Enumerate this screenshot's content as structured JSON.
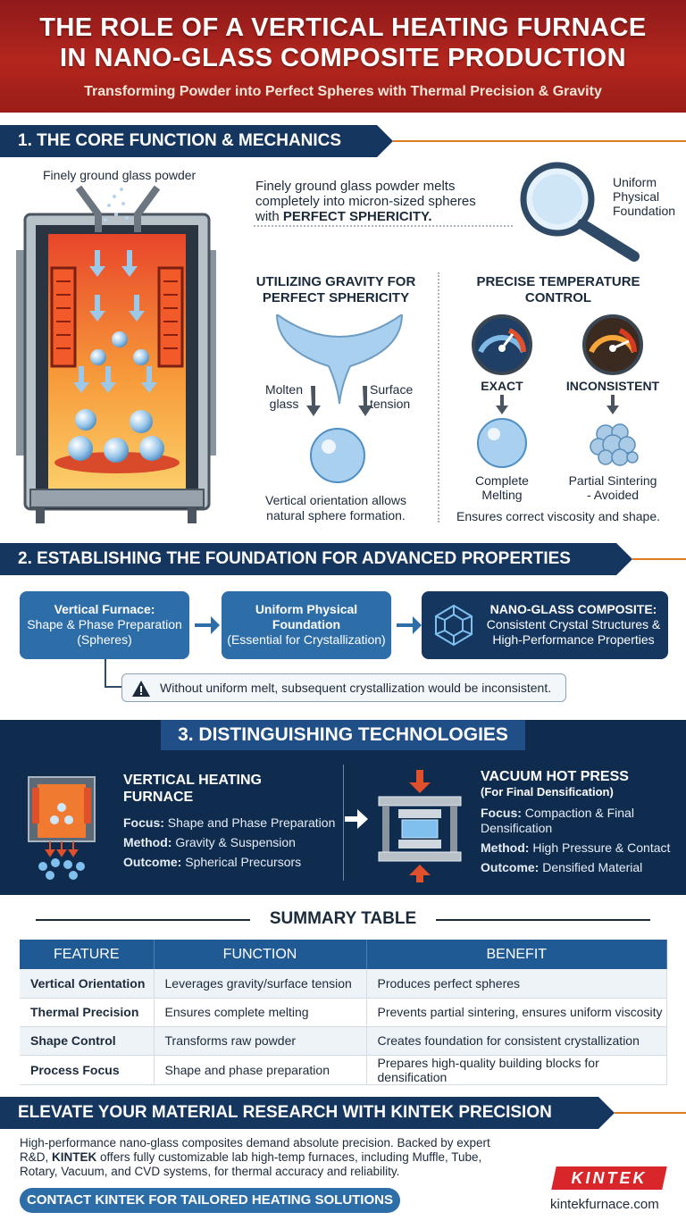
{
  "header": {
    "title_line1": "THE ROLE OF A VERTICAL HEATING FURNACE",
    "title_line2": "IN NANO-GLASS COMPOSITE PRODUCTION",
    "subtitle": "Transforming Powder into Perfect Spheres with Thermal Precision & Gravity"
  },
  "section1": {
    "title": "1. THE CORE FUNCTION & MECHANICS",
    "powder_label": "Finely ground glass powder",
    "intro_line1": "Finely ground glass powder melts",
    "intro_line2": "completely into micron-sized spheres",
    "intro_line3_prefix": "with",
    "intro_line3_bold": "PERFECT SPHERICITY.",
    "foundation_label_line1": "Uniform",
    "foundation_label_line2": "Physical",
    "foundation_label_line3": "Foundation",
    "gravity_title_line1": "UTILIZING GRAVITY FOR",
    "gravity_title_line2": "PERFECT SPHERICITY",
    "molten_line1": "Molten",
    "molten_line2": "glass",
    "surface_line1": "Surface",
    "surface_line2": "tension",
    "gravity_caption_line1": "Vertical orientation allows",
    "gravity_caption_line2": "natural sphere formation.",
    "temp_title_line1": "PRECISE TEMPERATURE",
    "temp_title_line2": "CONTROL",
    "exact_label": "EXACT",
    "inconsistent_label": "INCONSISTENT",
    "complete_line1": "Complete",
    "complete_line2": "Melting",
    "partial_line1": "Partial Sintering",
    "partial_line2": "- Avoided",
    "temp_caption": "Ensures correct viscosity and shape."
  },
  "section2": {
    "title": "2. ESTABLISHING THE FOUNDATION FOR ADVANCED PROPERTIES",
    "box1_title": "Vertical Furnace:",
    "box1_line2": "Shape & Phase Preparation",
    "box1_line3": "(Spheres)",
    "box2_title_line1": "Uniform Physical",
    "box2_title_line2": "Foundation",
    "box2_line3": "(Essential for Crystallization)",
    "box3_title": "NANO-GLASS COMPOSITE:",
    "box3_line2": "Consistent Crystal Structures &",
    "box3_line3": "High-Performance Properties",
    "warning": "Without uniform melt, subsequent crystallization would be inconsistent."
  },
  "section3": {
    "title": "3. DISTINGUISHING TECHNOLOGIES",
    "left_title_line1": "VERTICAL HEATING",
    "left_title_line2": "FURNACE",
    "focus_label": "Focus:",
    "method_label": "Method:",
    "outcome_label": "Outcome:",
    "left_focus": "Shape and Phase Preparation",
    "left_method": "Gravity & Suspension",
    "left_outcome": "Spherical Precursors",
    "right_title": "VACUUM HOT PRESS",
    "right_subtitle": "(For Final Densification)",
    "right_focus_line1": "Compaction & Final",
    "right_focus_line2": "Densification",
    "right_method": "High Pressure & Contact",
    "right_outcome": "Densified Material"
  },
  "summary": {
    "title": "SUMMARY TABLE",
    "headers": [
      "FEATURE",
      "FUNCTION",
      "BENEFIT"
    ],
    "rows": [
      [
        "Vertical Orientation",
        "Leverages gravity/surface tension",
        "Produces perfect spheres"
      ],
      [
        "Thermal Precision",
        "Ensures complete melting",
        "Prevents partial sintering, ensures uniform viscosity"
      ],
      [
        "Shape Control",
        "Transforms raw powder",
        "Creates foundation for consistent crystallization"
      ],
      [
        "Process Focus",
        "Shape and phase preparation",
        "Prepares high-quality building blocks for densification"
      ]
    ]
  },
  "footer": {
    "title": "ELEVATE YOUR MATERIAL RESEARCH WITH KINTEK PRECISION",
    "body_line1": "High-performance nano-glass composites demand absolute precision. Backed by expert",
    "body_line2_a": "R&D,",
    "body_line2_bold": "KINTEK",
    "body_line2_b": "offers fully customizable lab high-temp furnaces, including Muffle, Tube,",
    "body_line3": "Rotary, Vacuum, and CVD systems, for thermal accuracy and reliability.",
    "cta": "CONTACT KINTEK FOR TAILORED HEATING SOLUTIONS",
    "logo": "KINTEK",
    "url": "kintekfurnace.com"
  },
  "colors": {
    "brand_navy": "#14365f",
    "accent_orange": "#e07a1e",
    "header_red": "#b3261e",
    "box_blue": "#2e6ea8"
  }
}
